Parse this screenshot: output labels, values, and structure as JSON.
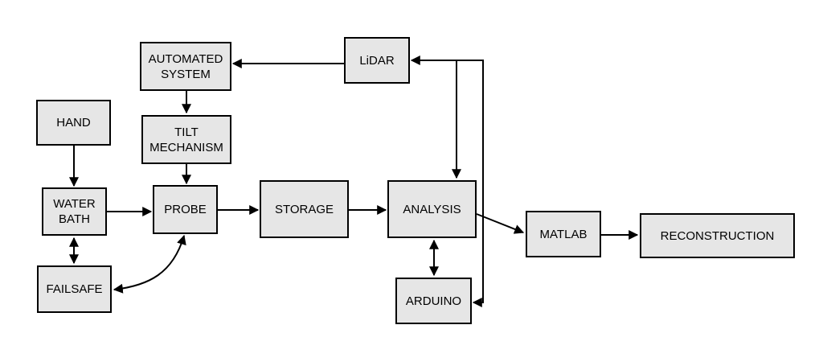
{
  "nodes": {
    "automated_system": "AUTOMATED\nSYSTEM",
    "lidar": "LiDAR",
    "hand": "HAND",
    "tilt_mechanism": "TILT\nMECHANISM",
    "water_bath": "WATER\nBATH",
    "probe": "PROBE",
    "storage": "STORAGE",
    "analysis": "ANALYSIS",
    "matlab": "MATLAB",
    "reconstruction": "RECONSTRUCTION",
    "failsafe": "FAILSAFE",
    "arduino": "ARDUINO"
  },
  "edges": [
    {
      "from": "lidar",
      "to": "automated_system",
      "direction": "forward"
    },
    {
      "from": "automated_system",
      "to": "tilt_mechanism",
      "direction": "forward"
    },
    {
      "from": "tilt_mechanism",
      "to": "probe",
      "direction": "forward"
    },
    {
      "from": "hand",
      "to": "water_bath",
      "direction": "forward"
    },
    {
      "from": "water_bath",
      "to": "probe",
      "direction": "forward"
    },
    {
      "from": "probe",
      "to": "storage",
      "direction": "forward"
    },
    {
      "from": "storage",
      "to": "analysis",
      "direction": "forward"
    },
    {
      "from": "analysis",
      "to": "matlab",
      "direction": "forward"
    },
    {
      "from": "matlab",
      "to": "reconstruction",
      "direction": "forward"
    },
    {
      "from": "water_bath",
      "to": "failsafe",
      "direction": "both"
    },
    {
      "from": "probe",
      "to": "failsafe",
      "direction": "both"
    },
    {
      "from": "analysis",
      "to": "arduino",
      "direction": "both"
    },
    {
      "from": "lidar",
      "to": "analysis",
      "direction": "both"
    },
    {
      "from": "lidar",
      "to": "arduino",
      "direction": "both"
    }
  ]
}
